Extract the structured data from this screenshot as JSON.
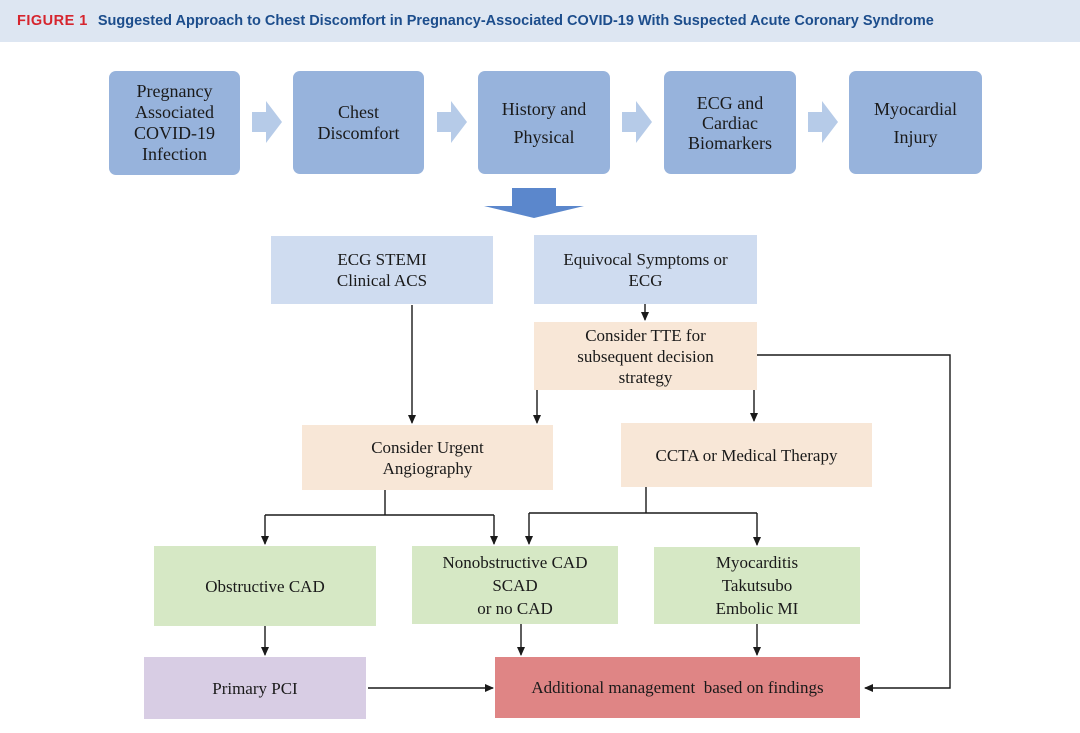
{
  "header": {
    "figure_label": "FIGURE 1",
    "title": "Suggested Approach to Chest Discomfort in Pregnancy-Associated COVID-19 With Suspected Acute Coronary Syndrome"
  },
  "colors": {
    "header_bg": "#dde6f2",
    "figure_label": "#d6252e",
    "title": "#1c4d8c",
    "top_boxes": "#97b3dc",
    "chevrons": "#b6cbe8",
    "big_arrow": "#5b87cc",
    "decision_boxes": "#cfdcf0",
    "consider_boxes": "#f8e7d7",
    "finding_boxes": "#d6e8c5",
    "pci_box": "#d8cde4",
    "management_box": "#df8585"
  },
  "flow": {
    "step1": "Pregnancy\nAssociated\nCOVID-19\nInfection",
    "step2": "Chest\nDiscomfort",
    "step3": "History and\nPhysical",
    "step4": "ECG and\nCardiac\nBiomarkers",
    "step5": "Myocardial\nInjury"
  },
  "nodes": {
    "stemi": "ECG STEMI\nClinical ACS",
    "equivocal": "Equivocal Symptoms or\nECG",
    "tte": "Consider TTE for\nsubsequent decision\nstrategy",
    "angiography": "Consider Urgent\nAngiography",
    "ccta": "CCTA or Medical Therapy",
    "obstructive": "Obstructive CAD",
    "nonobstructive": "Nonobstructive CAD\nSCAD\nor no CAD",
    "myocarditis": "Myocarditis\nTakutsubo\nEmbolic MI",
    "pci": "Primary PCI",
    "management": "Additional management  based on findings"
  }
}
